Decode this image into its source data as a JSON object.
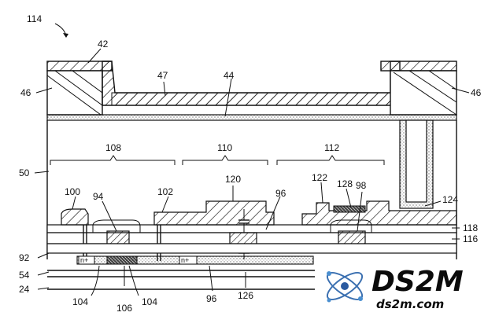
{
  "labels": {
    "l114": "114",
    "l42": "42",
    "l47": "47",
    "l44": "44",
    "l46_left": "46",
    "l46_right": "46",
    "l50": "50",
    "l108": "108",
    "l110": "110",
    "l112": "112",
    "l100": "100",
    "l94": "94",
    "l102": "102",
    "l120": "120",
    "l96_top": "96",
    "l122": "122",
    "l128": "128",
    "l98": "98",
    "l124": "124",
    "l118": "118",
    "l116": "116",
    "l92": "92",
    "l54": "54",
    "l24": "24",
    "l104_left": "104",
    "l106": "106",
    "l104_right": "104",
    "l96_bottom": "96",
    "l126": "126",
    "n_plus_1": "n+",
    "n_plus_2": "n+"
  },
  "watermark": {
    "logo_text": "DS2M",
    "site_text": "ds2m.com"
  }
}
